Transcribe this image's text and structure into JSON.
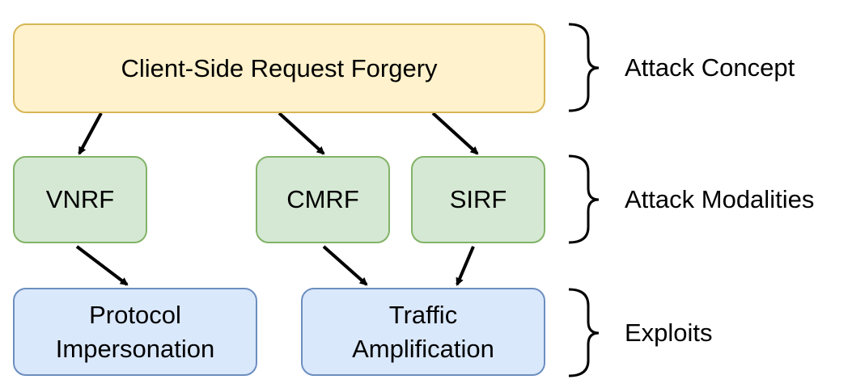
{
  "diagram": {
    "concept": {
      "label": "Client-Side Request Forgery"
    },
    "modalities": [
      {
        "label": "VNRF"
      },
      {
        "label": "CMRF"
      },
      {
        "label": "SIRF"
      }
    ],
    "exploits": [
      {
        "label": "Protocol\nImpersonation"
      },
      {
        "label": "Traffic\nAmplification"
      }
    ],
    "levels": {
      "concept": "Attack Concept",
      "modalities": "Attack Modalities",
      "exploits": "Exploits"
    },
    "colors": {
      "concept_fill": "#fff2cc",
      "concept_border": "#d6b656",
      "modality_fill": "#d5e8d4",
      "modality_border": "#82b366",
      "exploit_fill": "#dae8fc",
      "exploit_border": "#6c8ebf",
      "arrow": "#000000"
    }
  }
}
